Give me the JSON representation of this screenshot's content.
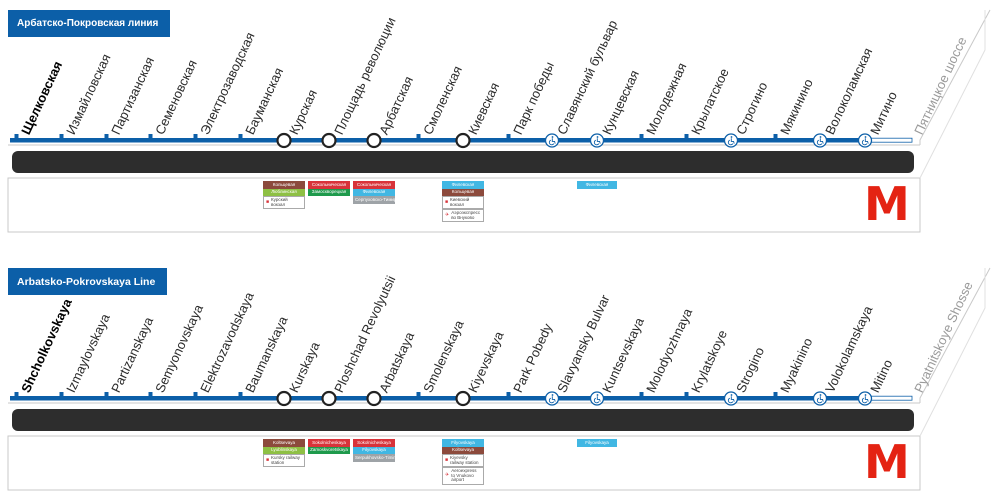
{
  "panels": [
    {
      "title": "Арбатско-Покровская линия",
      "stations": [
        "Щелковская",
        "Измайловская",
        "Партизанская",
        "Семеновская",
        "Электрозаводская",
        "Бауманская",
        "Курская",
        "Площадь революции",
        "Арбатская",
        "Смоленская",
        "Киевская",
        "Парк победы",
        "Славянский бульвар",
        "Кунцевская",
        "Молодежная",
        "Крылатское",
        "Строгино",
        "Мякинино",
        "Волоколамская",
        "Митино",
        "Пятницкое шоссе"
      ],
      "transfers": {
        "kurskaya": [
          {
            "text": "Кольцевая",
            "kind": "kol"
          },
          {
            "text": "Люблинская",
            "kind": "lyu"
          },
          {
            "text": "Курский вокзал",
            "kind": "note",
            "icon": "train-icon"
          }
        ],
        "ploshchad": [
          {
            "text": "Сокольническая",
            "kind": "sok"
          },
          {
            "text": "Замоскворецкая",
            "kind": "zam"
          }
        ],
        "arbatskaya": [
          {
            "text": "Сокольническая",
            "kind": "sok"
          },
          {
            "text": "Филевская",
            "kind": "fil"
          },
          {
            "text": "Серпуховско-Тимирязевская",
            "kind": "ser"
          }
        ],
        "kiyevskaya": [
          {
            "text": "Филевская",
            "kind": "fil"
          },
          {
            "text": "Кольцевая",
            "kind": "kol"
          },
          {
            "text": "Киевский вокзал",
            "kind": "note",
            "icon": "train-icon"
          },
          {
            "text": "Аэроэкспресс во Внуково",
            "kind": "note",
            "icon": "plane-icon"
          }
        ],
        "kuntsevskaya": [
          {
            "text": "Филевская",
            "kind": "fil"
          }
        ]
      },
      "logo": "M"
    },
    {
      "title": "Arbatsko-Pokrovskaya Line",
      "stations": [
        "Shcholkovskaya",
        "Izmaylovskaya",
        "Partizanskaya",
        "Semyonovskaya",
        "Elektrozavodskaya",
        "Baumanskaya",
        "Kurskaya",
        "Ploshchad Revolyutsii",
        "Arbatskaya",
        "Smolenskaya",
        "Kiyevskaya",
        "Park Pobedy",
        "Slavyansky Bulvar",
        "Kuntsevskaya",
        "Molodyozhnaya",
        "Krylatskoye",
        "Strogino",
        "Myakinino",
        "Volokolamskaya",
        "Mitino",
        "Pyatnitskoye Shosse"
      ],
      "transfers": {
        "kurskaya": [
          {
            "text": "Koltsevaya",
            "kind": "kol"
          },
          {
            "text": "Lyublinskaya",
            "kind": "lyu"
          },
          {
            "text": "Kursky railway station",
            "kind": "note",
            "icon": "train-icon"
          }
        ],
        "ploshchad": [
          {
            "text": "Sokolnicheskaya",
            "kind": "sok"
          },
          {
            "text": "Zamoskvoretskaya",
            "kind": "zam"
          }
        ],
        "arbatskaya": [
          {
            "text": "Sokolnicheskaya",
            "kind": "sok"
          },
          {
            "text": "Filyovskaya",
            "kind": "fil"
          },
          {
            "text": "Serpukhovsko-Timiryazevskaya",
            "kind": "ser"
          }
        ],
        "kiyevskaya": [
          {
            "text": "Filyovskaya",
            "kind": "fil"
          },
          {
            "text": "Koltsevaya",
            "kind": "kol"
          },
          {
            "text": "Kiyevsky railway station",
            "kind": "note",
            "icon": "train-icon"
          },
          {
            "text": "Aeroexpress to Vnukovo airport",
            "kind": "note",
            "icon": "plane-icon"
          }
        ],
        "kuntsevskaya": [
          {
            "text": "Filyovskaya",
            "kind": "fil"
          }
        ]
      },
      "logo": "M"
    }
  ],
  "colors": {
    "line": "#0c5fa8",
    "bar": "#2d2d2d",
    "logo": "#e42313"
  }
}
